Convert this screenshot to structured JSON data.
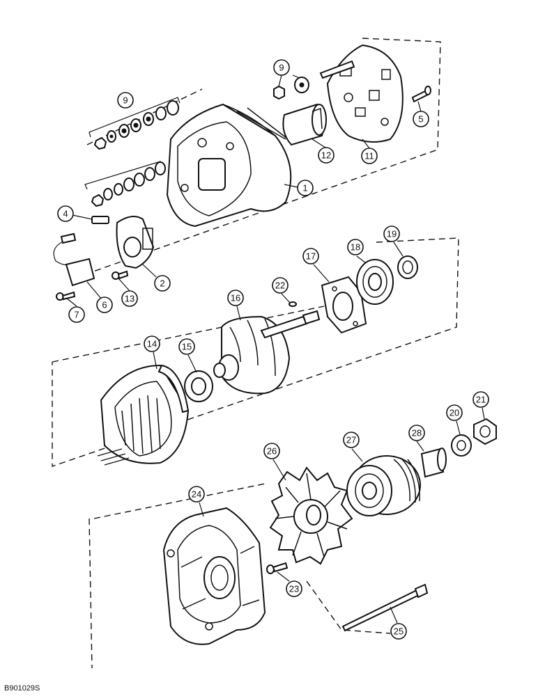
{
  "figure_code": "B901029S",
  "callouts": [
    "1",
    "2",
    "4",
    "5",
    "6",
    "7",
    "9",
    "9",
    "11",
    "12",
    "13",
    "14",
    "15",
    "16",
    "17",
    "18",
    "19",
    "20",
    "21",
    "22",
    "23",
    "24",
    "25",
    "26",
    "27",
    "28"
  ]
}
